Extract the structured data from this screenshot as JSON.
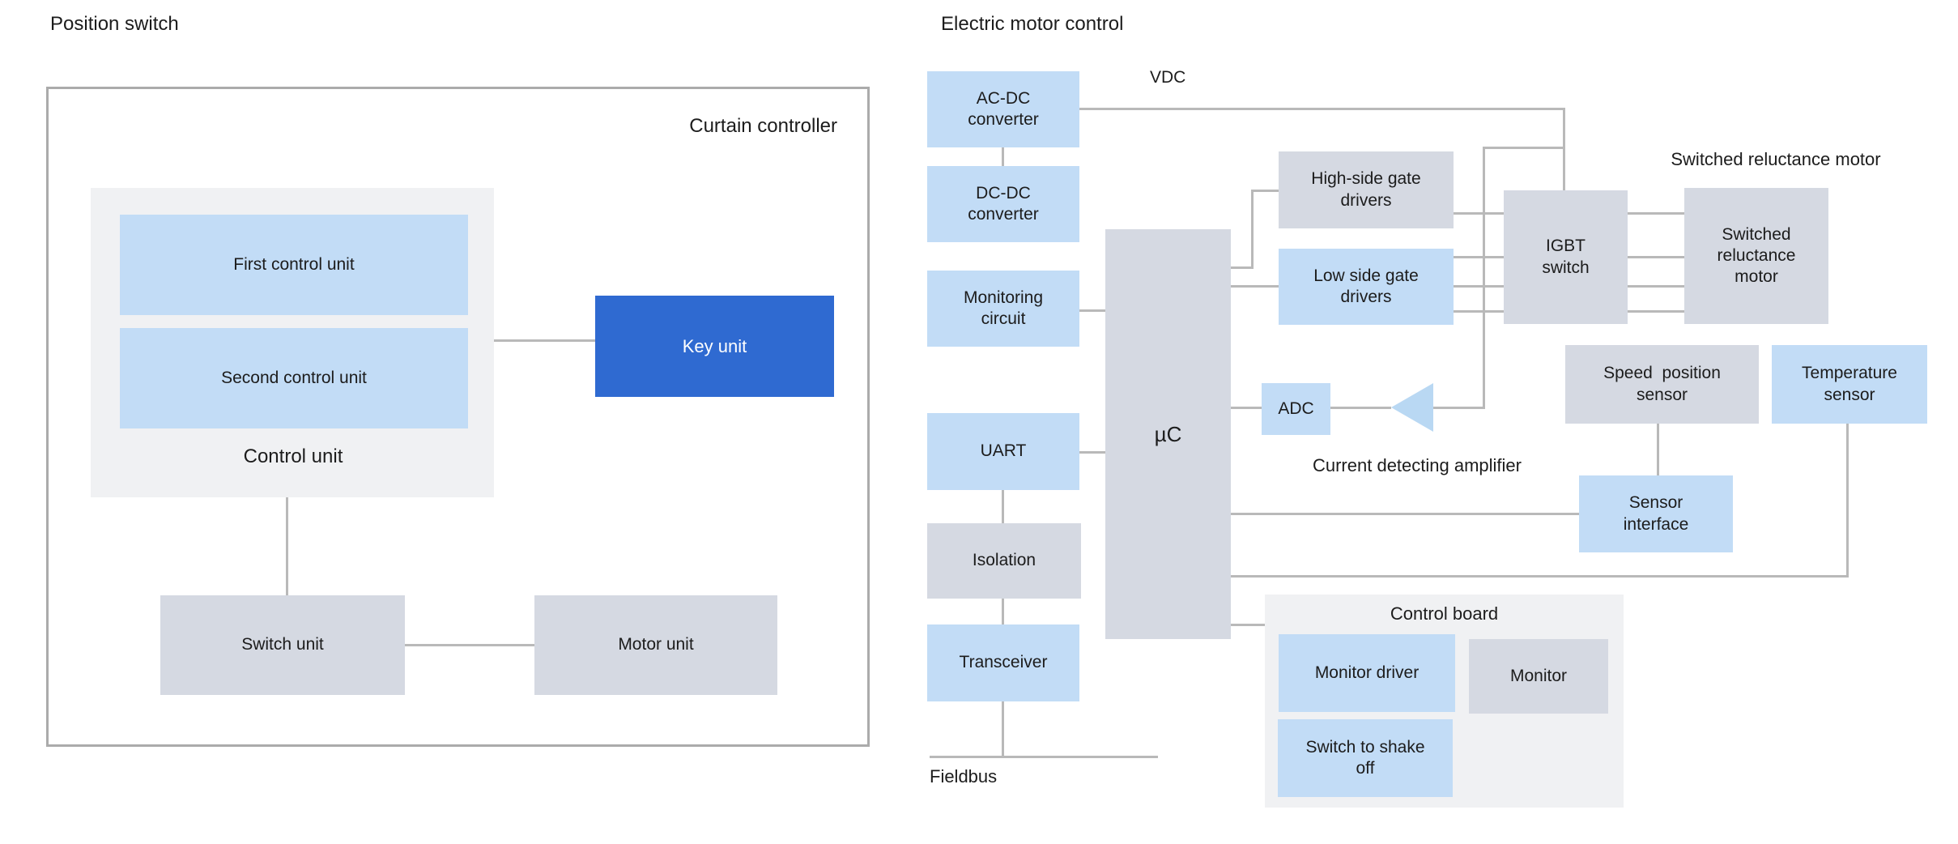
{
  "colors": {
    "box_blue": "#c2dcf6",
    "box_grey": "#d5d9e2",
    "panel_grey": "#f0f1f3",
    "key_unit_blue": "#2f6ad1",
    "connector_line": "#b9b9b9",
    "frame_border": "#ababab",
    "text": "#1c1c1c",
    "amplifier_fill": "#b9d8f3"
  },
  "titles": {
    "left": "Position switch",
    "right": "Electric motor control"
  },
  "left": {
    "frame_label": "Curtain controller",
    "container_label": "Control unit",
    "first": "First control unit",
    "second": "Second control unit",
    "key": "Key unit",
    "switch": "Switch unit",
    "motor": "Motor unit"
  },
  "right": {
    "acdc": "AC-DC\nconverter",
    "dcdc": "DC-DC\nconverter",
    "monitoring": "Monitoring\ncircuit",
    "uart": "UART",
    "isolation": "Isolation",
    "transceiver": "Transceiver",
    "uc": "µC",
    "high_side": "High-side gate\ndrivers",
    "low_side": "Low side gate\ndrivers",
    "igbt": "IGBT\nswitch",
    "motor_box": "Switched\nreluctance\nmotor",
    "motor_label": "Switched reluctance motor",
    "adc": "ADC",
    "amplifier_label": "Current detecting amplifier",
    "speed_sensor": "Speed  position\nsensor",
    "temp_sensor": "Temperature\nsensor",
    "sensor_interface": "Sensor\ninterface",
    "control_board": "Control board",
    "monitor_driver": "Monitor driver",
    "monitor": "Monitor",
    "shake_off": "Switch to shake\noff",
    "vdc": "VDC",
    "fieldbus": "Fieldbus"
  }
}
